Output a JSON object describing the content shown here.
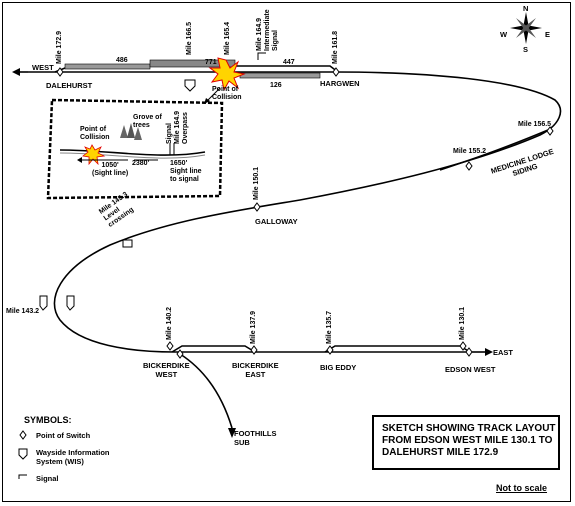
{
  "stations": {
    "dalehurst": "DALEHURST",
    "hargwen": "HARGWEN",
    "galloway": "GALLOWAY",
    "bickerdike_west": "BICKERDIKE\nWEST",
    "bickerdike_east": "BICKERDIKE\nEAST",
    "big_eddy": "BIG EDDY",
    "edson_west": "EDSON WEST",
    "foothills": "FOOTHILLS\nSUB"
  },
  "directions": {
    "west": "WEST",
    "east": "EAST"
  },
  "mileposts": {
    "m172_9": "Mile 172.9",
    "m166_5": "Mile 166.5",
    "m165_4": "Mile 165.4",
    "m164_9": "Mile 164.9\nIntermediate\nSignal",
    "m161_8": "Mile 161.8",
    "m156_5": "Mile 156.5",
    "m155_2": "Mile 155.2",
    "m150_1": "Mile 150.1",
    "m145_3": "Mile 145.3\nLevel\ncrossing",
    "m143_2": "Mile 143.2",
    "m140_2": "Mile 140.2",
    "m137_9": "Mile 137.9",
    "m135_7": "Mile 135.7",
    "m130_1": "Mile 130.1"
  },
  "train_numbers": {
    "t486": "486",
    "t771": "771",
    "t447": "447",
    "t126": "126"
  },
  "collision": "Point of\nCollision",
  "siding": "MEDICINE LODGE\nSIDING",
  "inset": {
    "collision": "Point of\nCollision",
    "grove": "Grove of\ntrees",
    "signal": "Signal\nMile 164.9\nOverpass",
    "d1050": "1050'\n(Sight line)",
    "d2380": "2380'",
    "d1650": "1650'\nSight line\nto signal"
  },
  "legend": {
    "title": "SYMBOLS:",
    "switch": "Point of Switch",
    "wis": "Wayside Information\nSystem (WIS)",
    "signal": "Signal"
  },
  "title": "SKETCH SHOWING TRACK LAYOUT\nFROM EDSON WEST MILE 130.1 TO\nDALEHURST MILE 172.9",
  "scale_note": "Not to scale",
  "compass": {
    "n": "N",
    "s": "S",
    "e": "E",
    "w": "W"
  }
}
